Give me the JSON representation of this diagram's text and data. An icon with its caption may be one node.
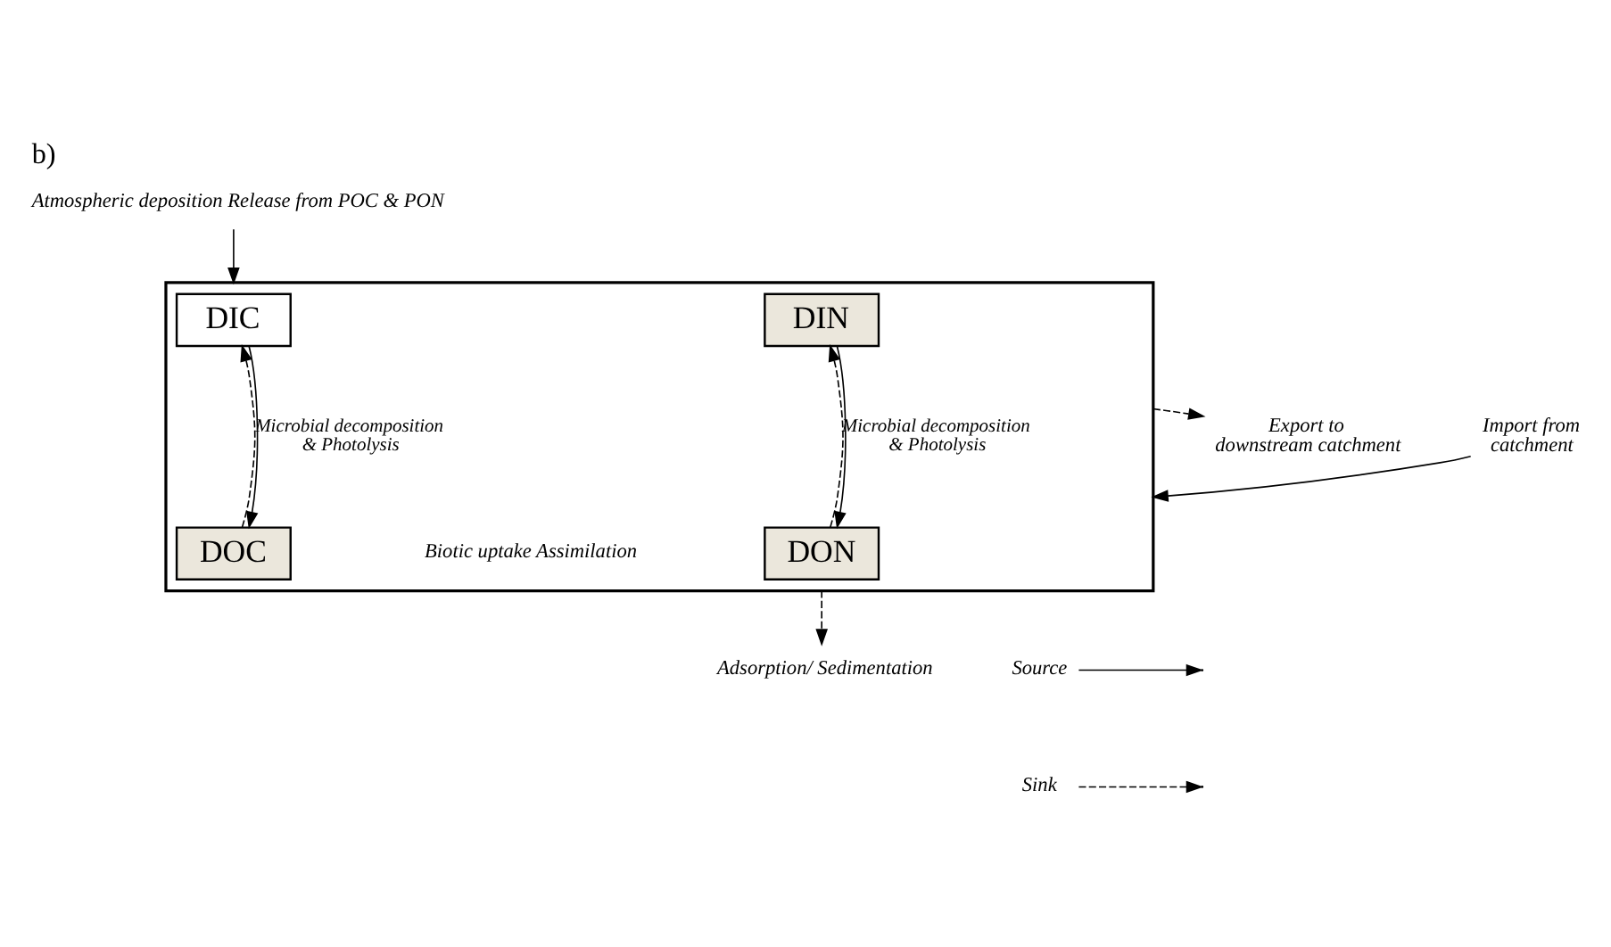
{
  "diagram": {
    "title": "b)",
    "nodes": [
      {
        "text": [
          "Atmospheric deposition Release from POC & PON"
        ]
      },
      {
        "text": [],
        "shape": "box"
      },
      {
        "text": [
          "DIC"
        ],
        "in": 1
      },
      {
        "text": [
          "DIN"
        ],
        "in": 1
      },
      {
        "text": [
          "Export to downstream catchment"
        ]
      },
      {
        "text": [
          "Import from catchment"
        ]
      },
      {
        "text": [
          "DOC"
        ],
        "in": 1
      },
      {
        "text": [
          "DON"
        ],
        "in": 1
      },
      {
        "text": [
          "Adsorption/ Sedimentation"
        ]
      }
    ],
    "edges": [
      {
        "from": 0,
        "to": 1,
        "arrow": "to"
      },
      {
        "from": 6,
        "to": 2,
        "arrow": "to",
        "style": "dashed",
        "label": "Microbial decomposition & Photolysis"
      },
      {
        "from": 2,
        "to": 6,
        "arrow": "to"
      },
      {
        "from": 3,
        "to": 7,
        "arrow": "to"
      },
      {
        "from": 7,
        "to": 3,
        "arrow": "to",
        "style": "dashed",
        "label": "Microbial decomposition & Photolysis"
      },
      {
        "from": 5,
        "to": 1,
        "arrow": "to"
      },
      {
        "from": 1,
        "to": 4,
        "arrow": "to",
        "style": "dashed"
      },
      {
        "from": 1,
        "to": 8,
        "arrow": "to",
        "style": "dashed"
      }
    ],
    "labels": [
      "Biotic uptake Assimilation"
    ],
    "legend": [
      {
        "text": "Source"
      },
      {
        "text": "Sink"
      }
    ]
  }
}
